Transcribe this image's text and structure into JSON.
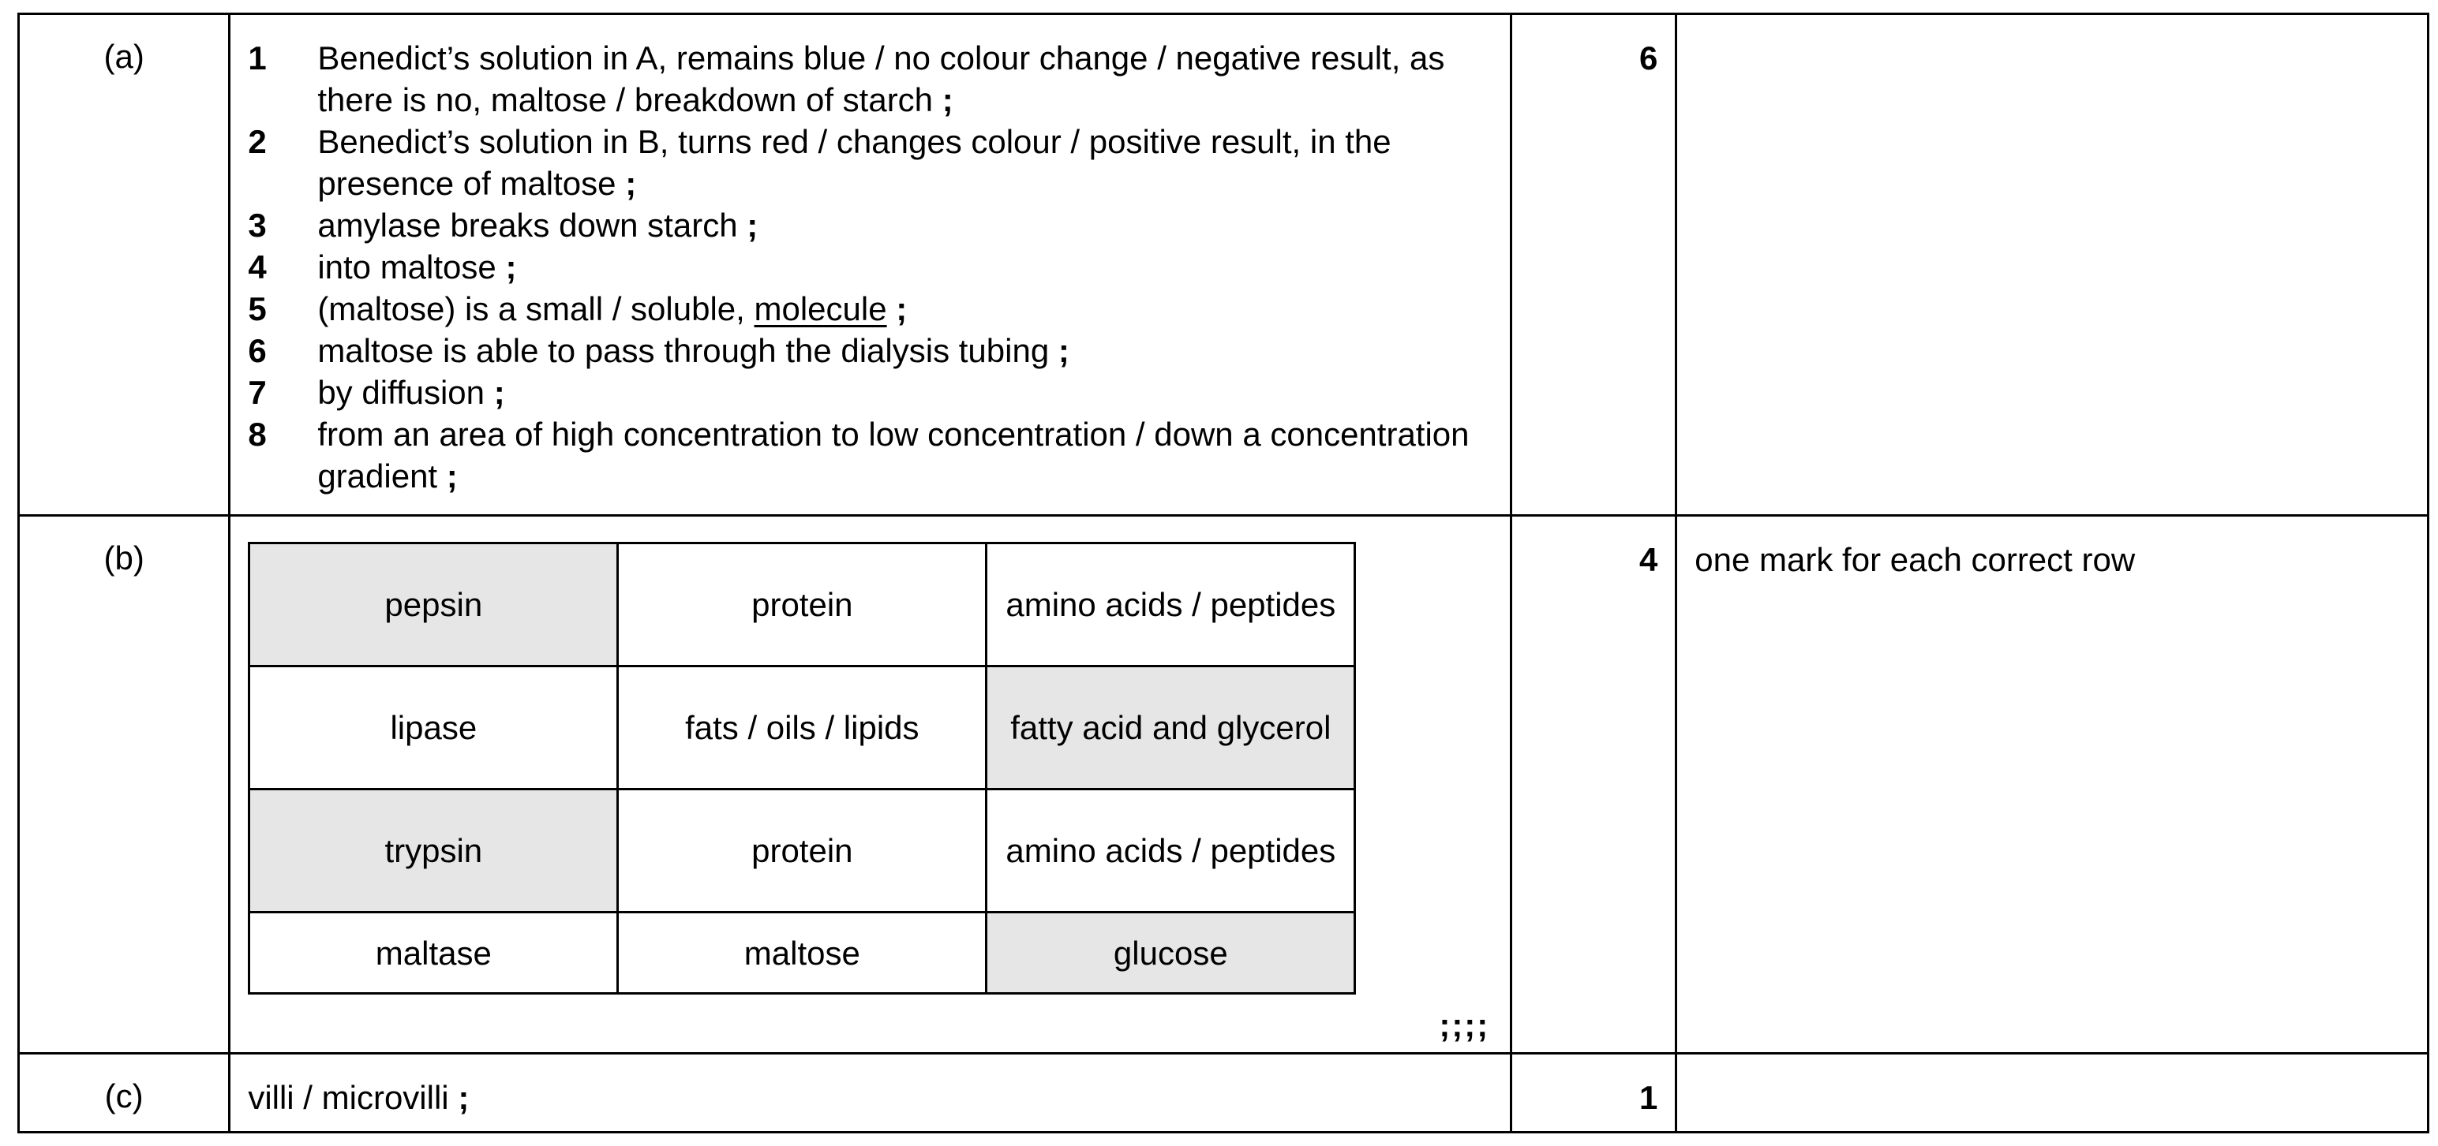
{
  "parts": [
    {
      "label": "(a)",
      "marks": "6",
      "guidance": "",
      "points": [
        {
          "num": "1",
          "text": "Benedict’s solution in A, remains blue / no colour change / negative result, as there is no, maltose / breakdown of starch",
          "semi": ";"
        },
        {
          "num": "2",
          "text": "Benedict’s solution in B, turns red / changes colour / positive result, in the presence of maltose",
          "semi": ";"
        },
        {
          "num": "3",
          "text": "amylase breaks down starch",
          "semi": ";"
        },
        {
          "num": "4",
          "text": "into maltose",
          "semi": ";"
        },
        {
          "num": "5",
          "text_before": "(maltose) is a small / soluble, ",
          "text_underlined": "molecule",
          "semi": ";"
        },
        {
          "num": "6",
          "text": "maltose is able to pass through the dialysis tubing",
          "semi": ";"
        },
        {
          "num": "7",
          "text": "by diffusion",
          "semi": ";"
        },
        {
          "num": "8",
          "text": "from an area of high concentration to low concentration / down a concentration gradient",
          "semi": ";"
        }
      ]
    },
    {
      "label": "(b)",
      "marks": "4",
      "guidance": "one mark for each correct row",
      "table": {
        "rows": [
          {
            "cells": [
              "pepsin",
              "protein",
              "amino acids / peptides"
            ],
            "shaded": [
              true,
              false,
              false
            ]
          },
          {
            "cells": [
              "lipase",
              "fats / oils / lipids",
              "fatty acid and glycerol"
            ],
            "shaded": [
              false,
              false,
              true
            ]
          },
          {
            "cells": [
              "trypsin",
              "protein",
              "amino acids / peptides"
            ],
            "shaded": [
              true,
              false,
              false
            ]
          },
          {
            "cells": [
              "maltase",
              "maltose",
              "glucose"
            ],
            "shaded": [
              false,
              false,
              true
            ]
          }
        ]
      },
      "semis": ";;;;"
    },
    {
      "label": "(c)",
      "marks": "1",
      "guidance": "",
      "answer": "villi / microvilli",
      "semi": ";"
    }
  ]
}
